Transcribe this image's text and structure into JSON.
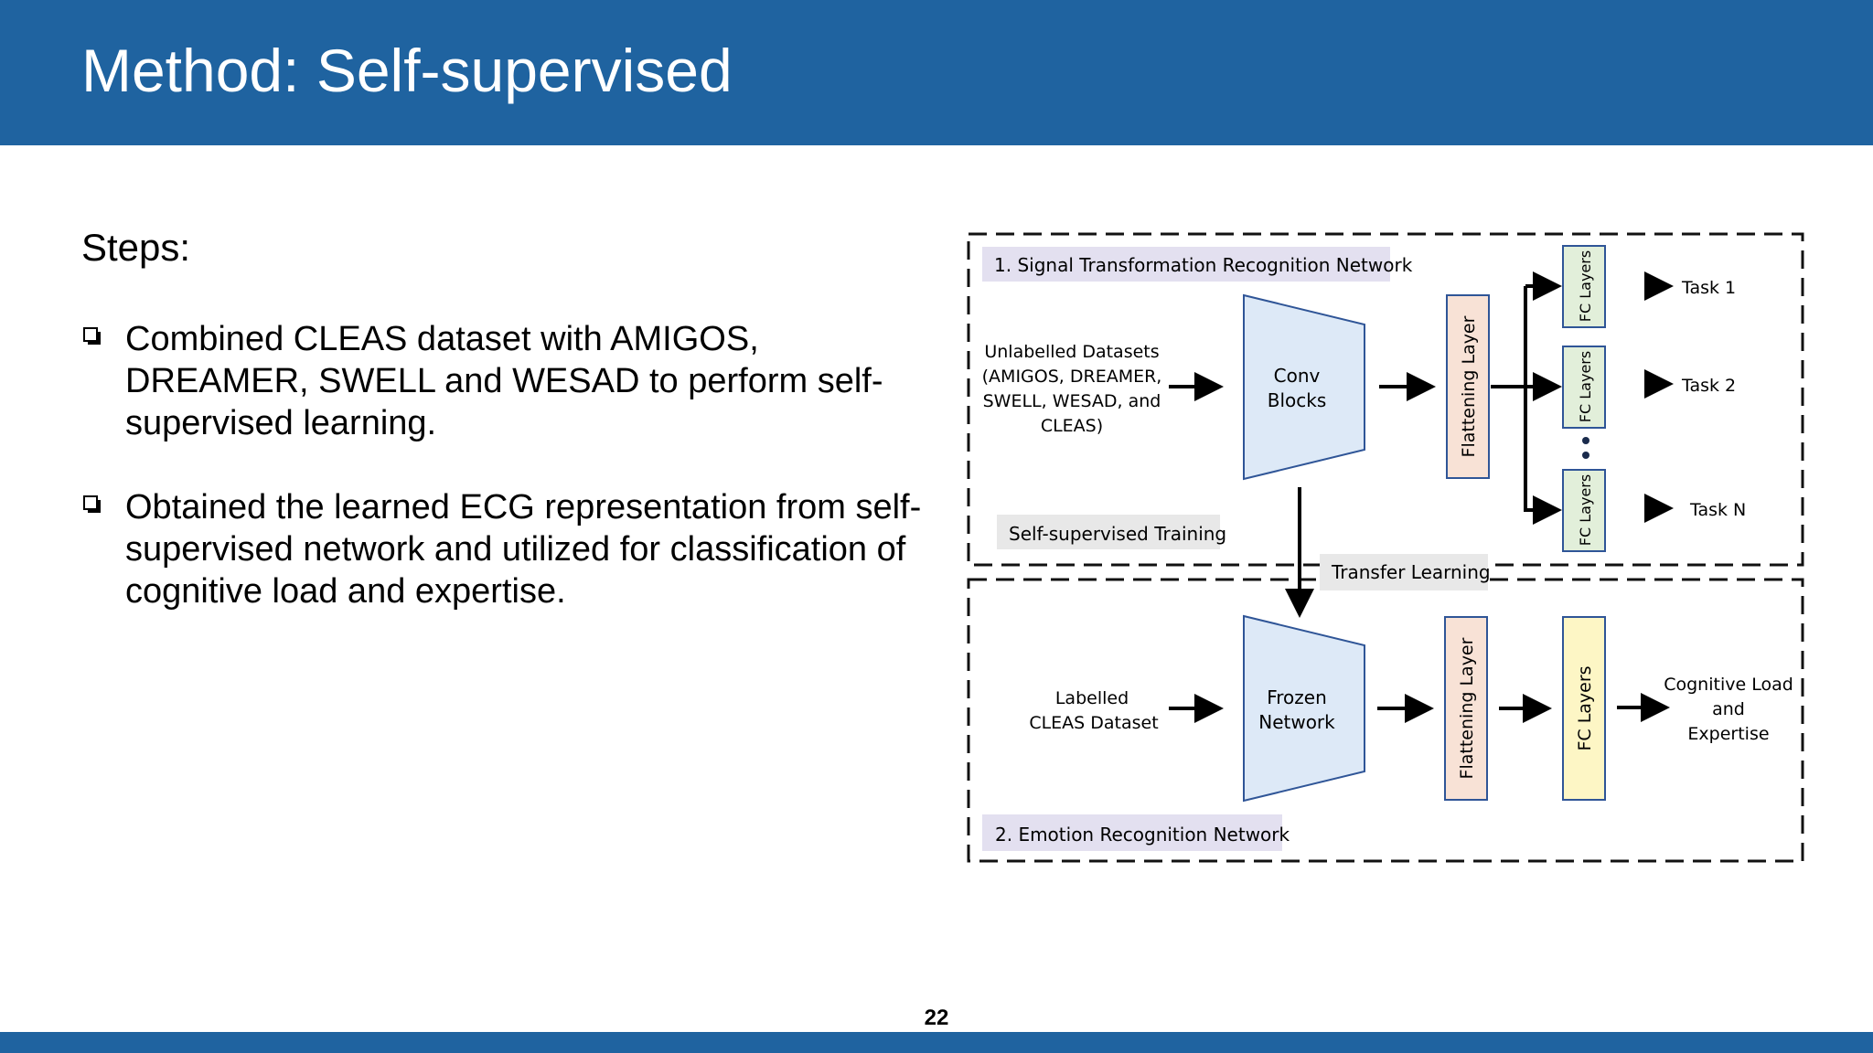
{
  "slide": {
    "title": "Method: Self-supervised",
    "steps_heading": "Steps:",
    "bullets": [
      "Combined CLEAS dataset with AMIGOS, DREAMER, SWELL and WESAD to perform self-supervised learning.",
      "Obtained the learned ECG representation from self-supervised network and utilized for classification of cognitive load and expertise."
    ],
    "page_number": "22"
  },
  "colors": {
    "header_bar": "#1f63a0",
    "label_box": "#e3e0f0",
    "conv_block": "#dde9f7",
    "conv_border": "#2f5597",
    "flatten_box": "#f8e2d6",
    "fc_green": "#e2efda",
    "fc_yellow": "#fdf6c5"
  },
  "diagram": {
    "top_section": {
      "label": "1. Signal Transformation Recognition Network",
      "input_lines": [
        "Unlabelled Datasets",
        "(AMIGOS, DREAMER,",
        "SWELL, WESAD, and",
        "CLEAS)"
      ],
      "conv_lines": [
        "Conv",
        "Blocks"
      ],
      "flatten": "Flattening Layer",
      "fc": "FC Layers",
      "tasks": [
        "Task 1",
        "Task 2",
        "Task N"
      ],
      "training_label": "Self-supervised Training"
    },
    "transfer_label": "Transfer Learning",
    "bottom_section": {
      "label": "2. Emotion Recognition Network",
      "input_lines": [
        "Labelled",
        "CLEAS Dataset"
      ],
      "frozen_lines": [
        "Frozen",
        "Network"
      ],
      "flatten": "Flattening Layer",
      "fc": "FC Layers",
      "output_lines": [
        "Cognitive Load",
        "and",
        "Expertise"
      ]
    }
  }
}
